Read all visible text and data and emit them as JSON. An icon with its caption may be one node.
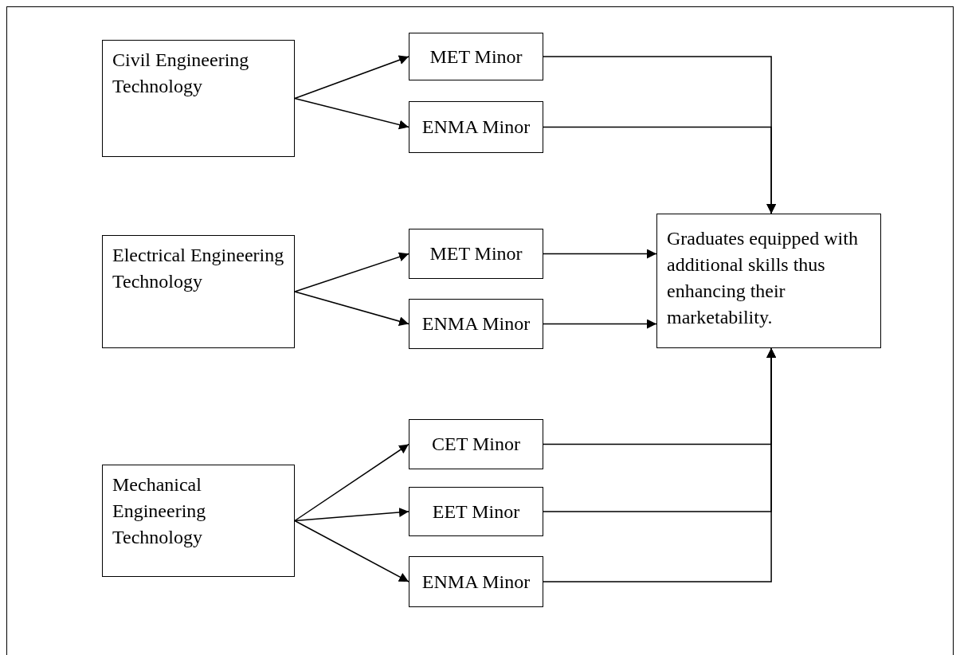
{
  "diagram": {
    "nodes": [
      {
        "text": [
          "Civil Engineering Technology"
        ]
      },
      {
        "text": [
          "MET Minor"
        ]
      },
      {
        "text": [
          "ENMA Minor"
        ]
      },
      {
        "text": [
          "Electrical Engineering Technology"
        ]
      },
      {
        "text": [
          "MET Minor"
        ]
      },
      {
        "text": [
          "ENMA Minor"
        ]
      },
      {
        "text": [
          "Graduates equipped with additional skills thus enhancing their marketability."
        ]
      },
      {
        "text": [
          "Mechanical Engineering Technology"
        ]
      },
      {
        "text": [
          "CET Minor"
        ]
      },
      {
        "text": [
          "EET Minor"
        ]
      },
      {
        "text": [
          "ENMA Minor"
        ]
      }
    ],
    "edges": [
      {
        "from": 0,
        "to": 1,
        "arrow": "to"
      },
      {
        "from": 0,
        "to": 2,
        "arrow": "to"
      },
      {
        "from": 1,
        "to": 6,
        "arrow": "to"
      },
      {
        "from": 2,
        "to": 6,
        "arrow": "to"
      },
      {
        "from": 3,
        "to": 4,
        "arrow": "to"
      },
      {
        "from": 3,
        "to": 5,
        "arrow": "to"
      },
      {
        "from": 4,
        "to": 6,
        "arrow": "to"
      },
      {
        "from": 5,
        "to": 6,
        "arrow": "to"
      },
      {
        "from": 7,
        "to": 8,
        "arrow": "to"
      },
      {
        "from": 7,
        "to": 9,
        "arrow": "to"
      },
      {
        "from": 7,
        "to": 10,
        "arrow": "to"
      },
      {
        "from": 8,
        "to": 6,
        "arrow": "to"
      },
      {
        "from": 9,
        "to": 6,
        "arrow": "to"
      },
      {
        "from": 10,
        "to": 6,
        "arrow": "to"
      }
    ]
  }
}
